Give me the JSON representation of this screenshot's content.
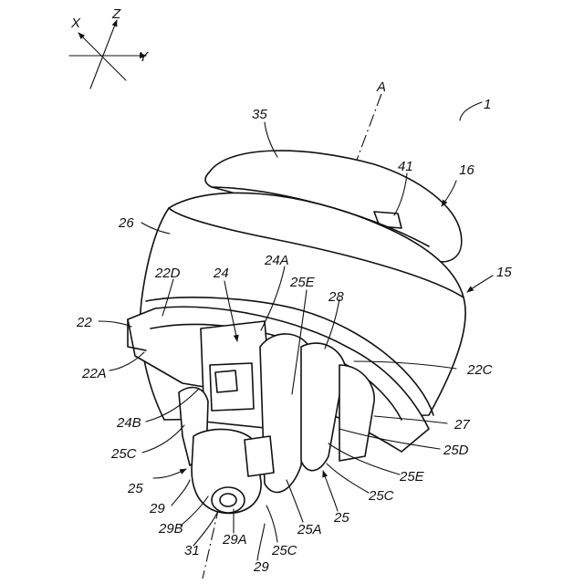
{
  "axes": {
    "x": "X",
    "y": "Y",
    "z": "Z"
  },
  "axis_label": "A",
  "labels": {
    "l1": "1",
    "l35": "35",
    "l41": "41",
    "l16": "16",
    "l15": "15",
    "l26": "26",
    "l22D": "22D",
    "l24": "24",
    "l24A": "24A",
    "l25E_top": "25E",
    "l28": "28",
    "l22": "22",
    "l22A": "22A",
    "l22C": "22C",
    "l24B": "24B",
    "l27": "27",
    "l25C_left": "25C",
    "l25D": "25D",
    "l25E_right": "25E",
    "l25_left": "25",
    "l29_left": "29",
    "l25C_right": "25C",
    "l25_right": "25",
    "l29B": "29B",
    "l25A": "25A",
    "l31": "31",
    "l29A": "29A",
    "l25C_bottom": "25C",
    "l29_bottom": "29"
  }
}
